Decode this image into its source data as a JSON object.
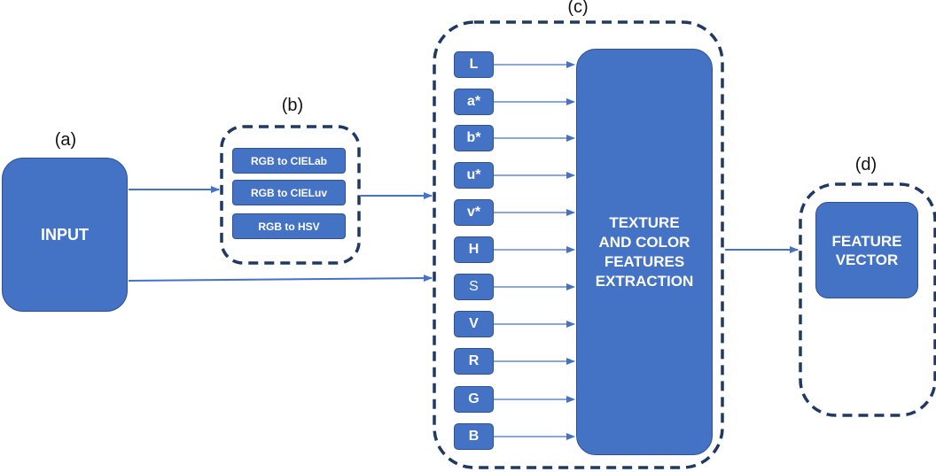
{
  "labels": {
    "a": "(a)",
    "b": "(b)",
    "c": "(c)",
    "d": "(d)"
  },
  "input": {
    "label": "INPUT"
  },
  "conversions": [
    "RGB to CIELab",
    "RGB to CIELuv",
    "RGB to HSV"
  ],
  "channels": [
    "L",
    "a*",
    "b*",
    "u*",
    "v*",
    "H",
    "S",
    "V",
    "R",
    "G",
    "B"
  ],
  "extraction": {
    "line1": "TEXTURE",
    "line2": "AND COLOR",
    "line3": "FEATURES",
    "line4": "EXTRACTION"
  },
  "feature_vector": {
    "line1": "FEATURE",
    "line2": "VECTOR"
  },
  "colors": {
    "box_fill": "#4472c4",
    "box_border": "#2f528f",
    "dashed_border": "#203864",
    "arrow": "#4472c4"
  }
}
